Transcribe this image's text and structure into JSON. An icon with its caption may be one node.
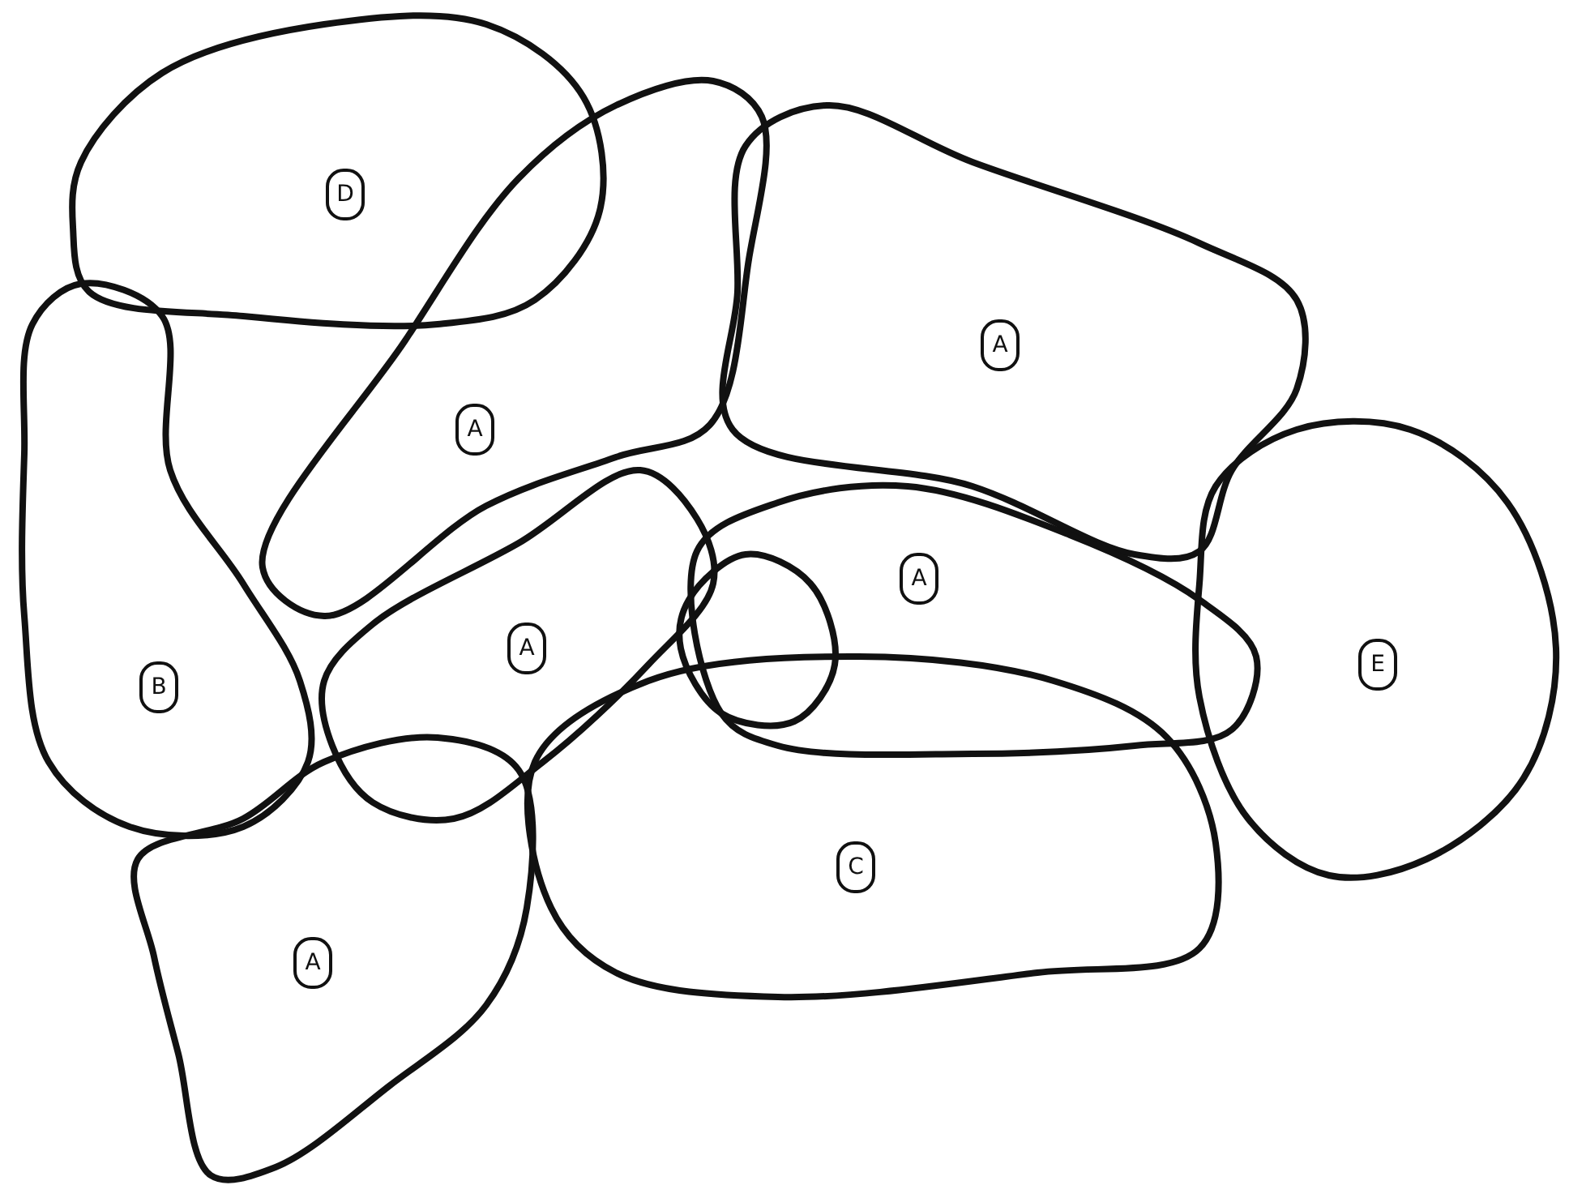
{
  "diagram": {
    "nodes": [
      {
        "text": [
          "D"
        ]
      },
      {
        "text": [
          "A"
        ]
      },
      {
        "text": [
          "A"
        ]
      },
      {
        "text": [
          "B"
        ]
      },
      {
        "text": [
          "A"
        ]
      },
      {
        "text": [],
        "shape": "circle"
      },
      {
        "text": [
          "A"
        ]
      },
      {
        "text": [
          "E"
        ]
      },
      {
        "text": [
          "C"
        ]
      },
      {
        "text": [
          "A"
        ]
      }
    ]
  }
}
